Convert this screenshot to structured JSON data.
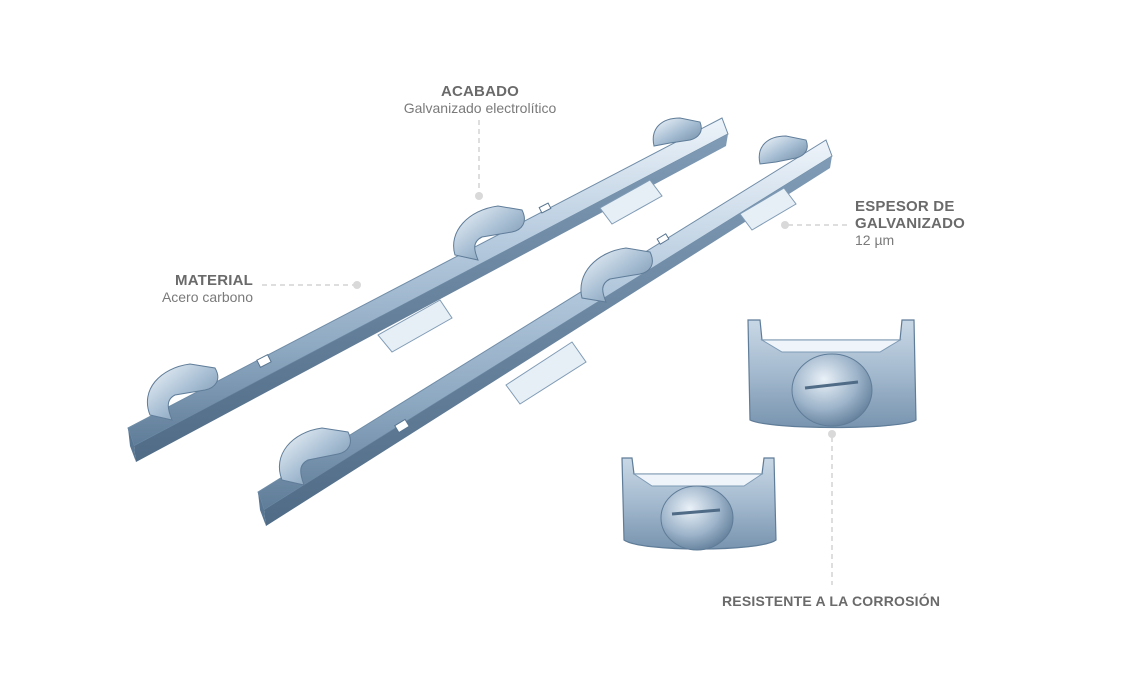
{
  "callouts": {
    "acabado": {
      "title": "ACABADO",
      "value": "Galvanizado electrolítico"
    },
    "material": {
      "title": "MATERIAL",
      "value": "Acero carbono"
    },
    "espesor": {
      "title_line1": "ESPESOR DE",
      "title_line2": "GALVANIZADO",
      "value": "12 µm"
    },
    "resistente": {
      "title": "RESISTENTE A LA CORROSIÓN"
    }
  },
  "colors": {
    "label_text": "#6a6a6a",
    "leader_line": "#d4d4d4",
    "leader_dot": "#d9d9d9",
    "steel_light": "#dfe9f3",
    "steel_mid": "#a9bfd4",
    "steel_dark": "#6d8aa5"
  }
}
